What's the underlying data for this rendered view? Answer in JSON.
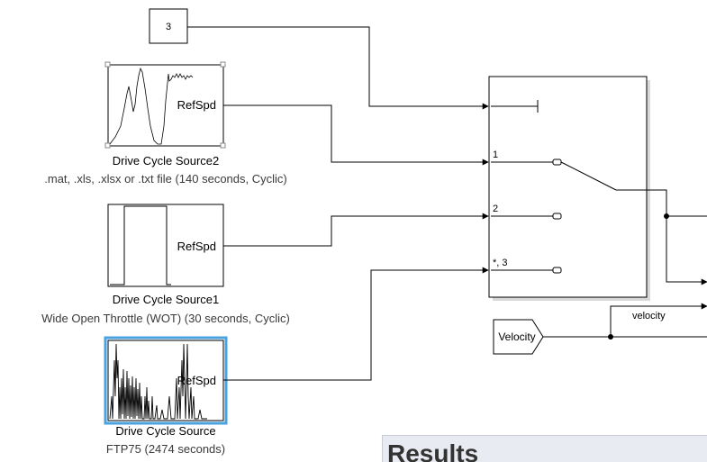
{
  "blocks": {
    "constant": {
      "value": "3"
    },
    "drive_cycle_source2": {
      "port_label": "RefSpd",
      "title": "Drive Cycle Source2",
      "subtitle": ".mat, .xls, .xlsx or .txt file (140  seconds, Cyclic)"
    },
    "drive_cycle_source1": {
      "port_label": "RefSpd",
      "title": "Drive Cycle Source1",
      "subtitle": "Wide Open Throttle (WOT) (30  seconds, Cyclic)"
    },
    "drive_cycle_source": {
      "port_label": "RefSpd",
      "title": "Drive Cycle Source",
      "subtitle": "FTP75 (2474  seconds)",
      "selected": true
    },
    "multiport_switch": {
      "port_1": "1",
      "port_2": "2",
      "port_3": "*, 3"
    },
    "velocity_goto": {
      "label": "Velocity"
    },
    "velocity_signal": {
      "label": "velocity"
    }
  },
  "results_panel": {
    "title": "Results"
  },
  "colors": {
    "line": "#000000",
    "selection": "#4aa3df",
    "panel_bg": "#e9ebf3"
  }
}
